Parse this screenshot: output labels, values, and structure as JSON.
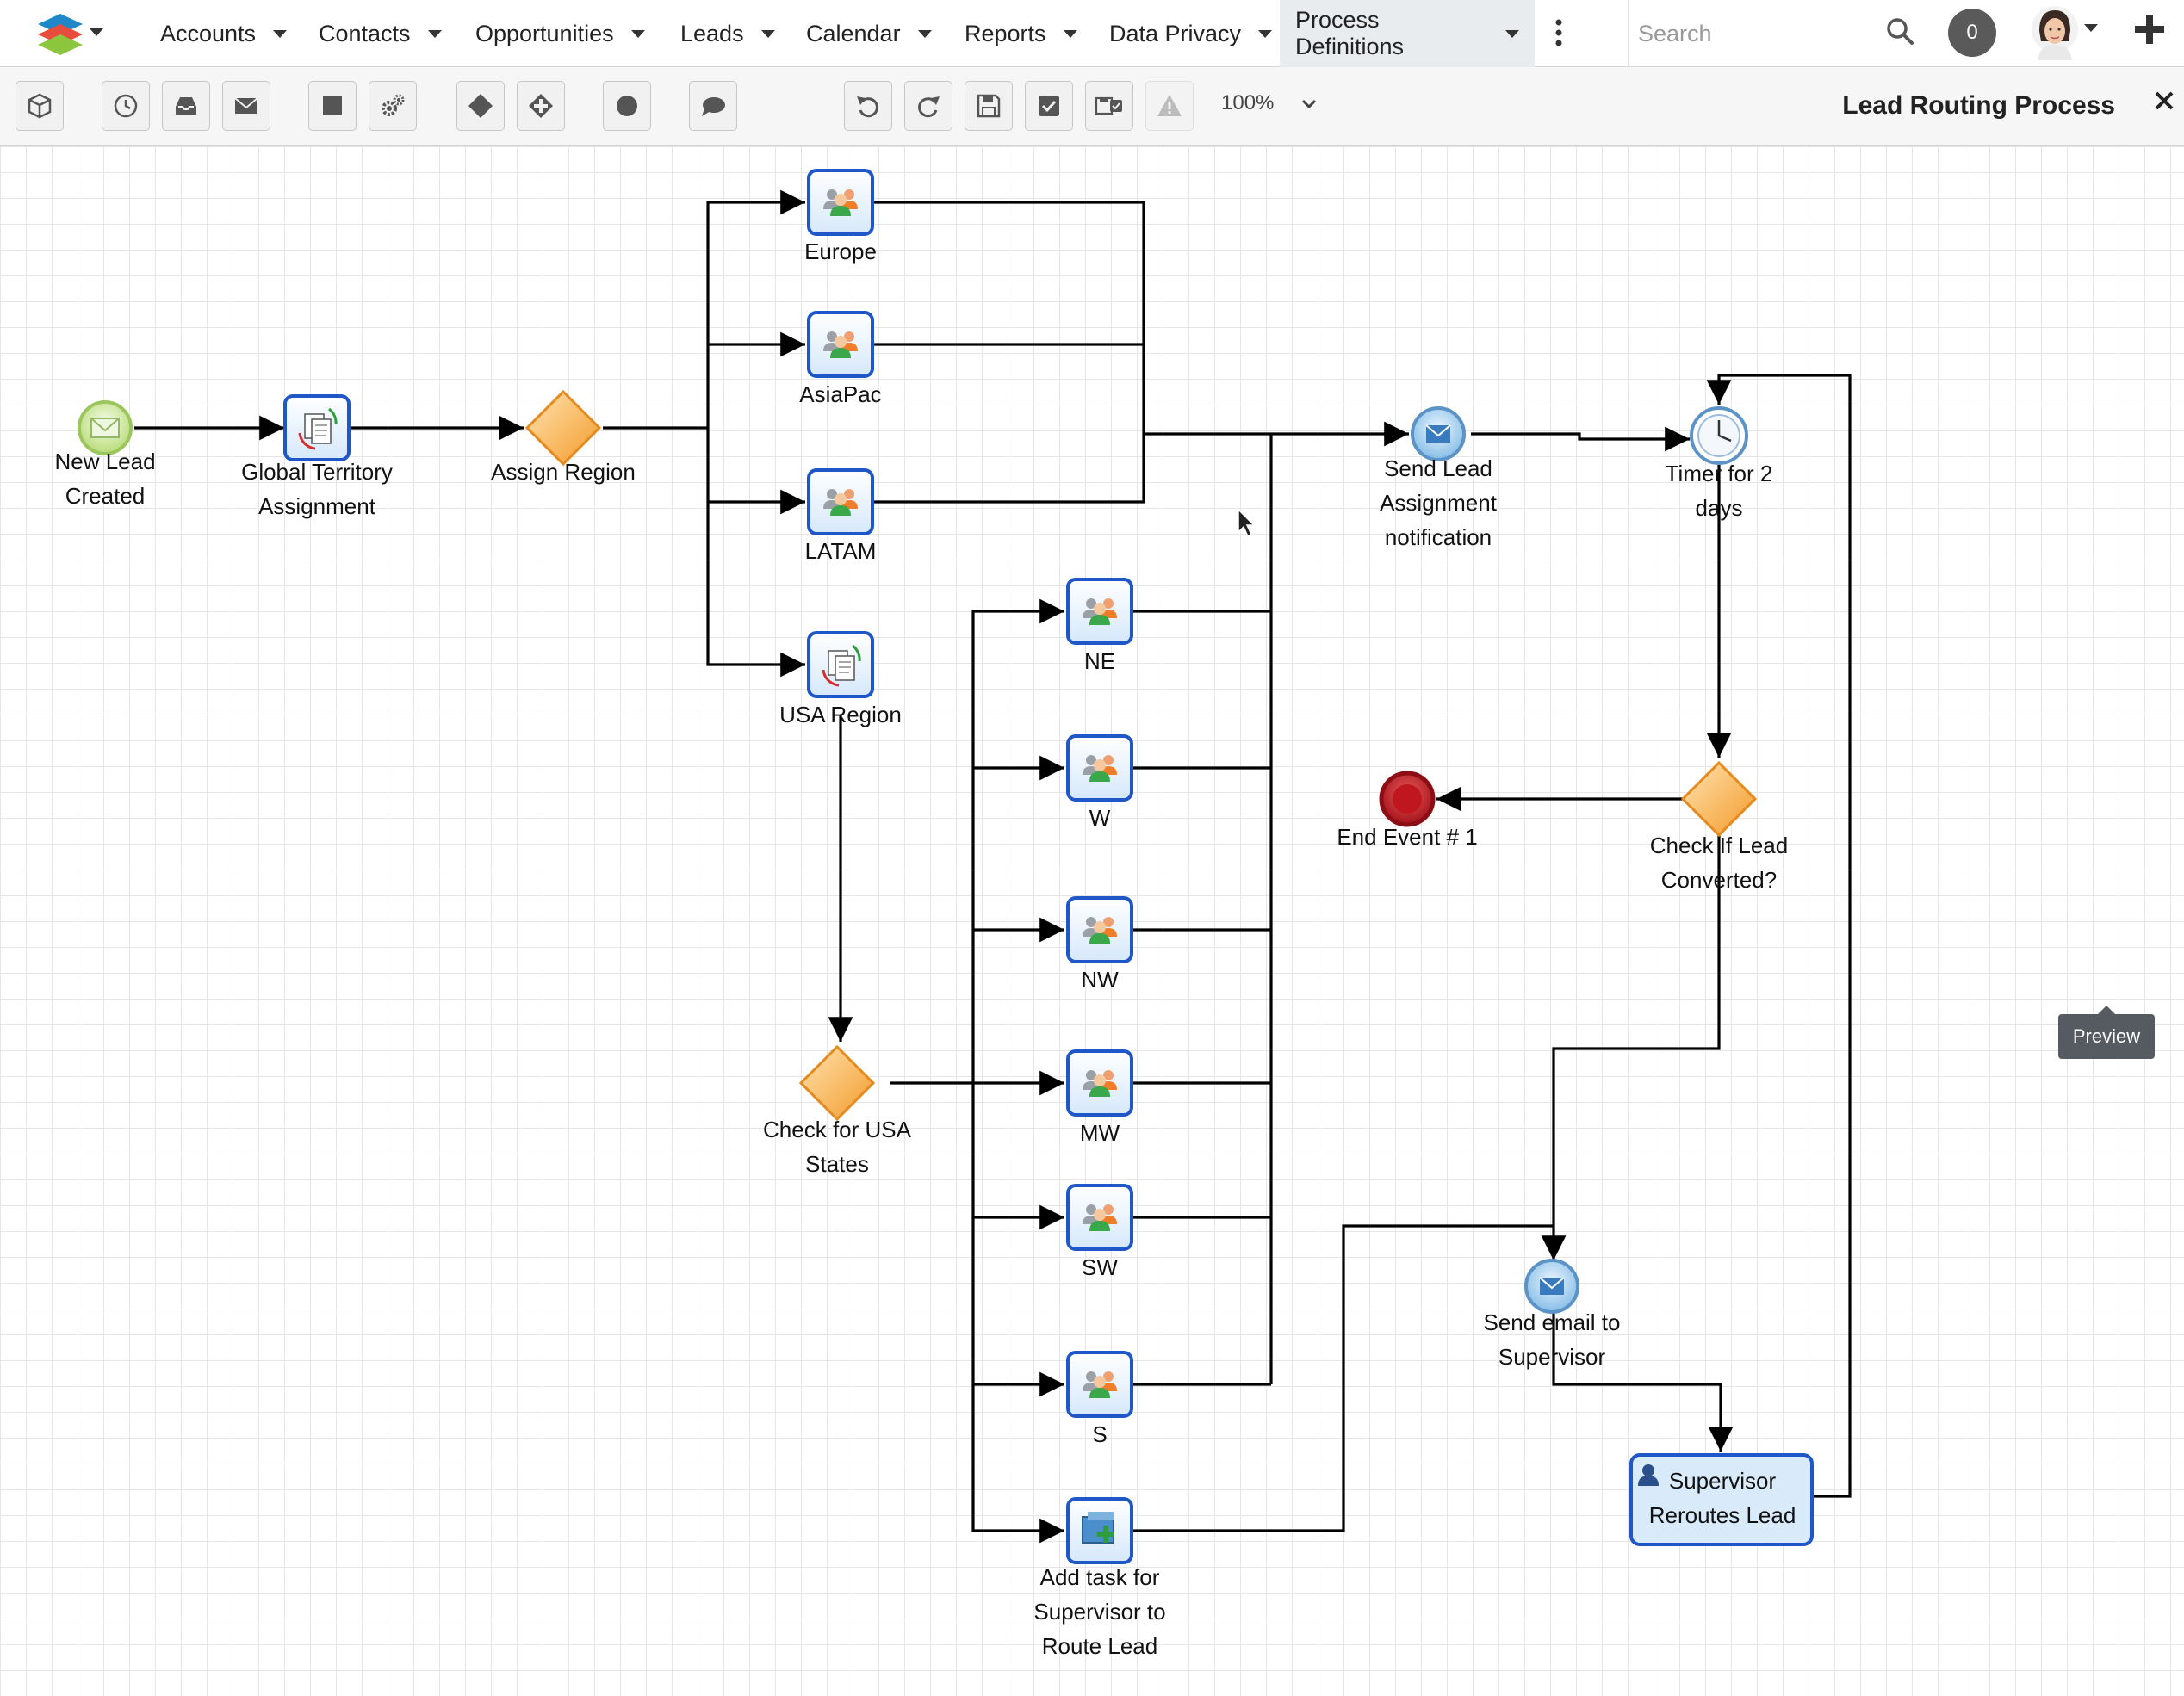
{
  "nav": {
    "items": [
      {
        "label": "Accounts"
      },
      {
        "label": "Contacts"
      },
      {
        "label": "Opportunities"
      },
      {
        "label": "Leads"
      },
      {
        "label": "Calendar"
      },
      {
        "label": "Reports"
      },
      {
        "label": "Data Privacy"
      },
      {
        "label": "Process Definitions",
        "active": true
      }
    ],
    "search_placeholder": "Search",
    "notification_count": "0"
  },
  "toolbar": {
    "zoom": "100%",
    "process_title": "Lead Routing Process"
  },
  "diagram": {
    "nodes": {
      "new_lead": "New Lead\nCreated",
      "global_territory": "Global Territory\nAssignment",
      "assign_region": "Assign Region",
      "europe": "Europe",
      "asiapac": "AsiaPac",
      "latam": "LATAM",
      "usa_region": "USA Region",
      "check_usa": "Check for USA\nStates",
      "ne": "NE",
      "w": "W",
      "nw": "NW",
      "mw": "MW",
      "sw": "SW",
      "s": "S",
      "add_task": "Add task for\nSupervisor to\nRoute Lead",
      "send_notification": "Send Lead\nAssignment\nnotification",
      "timer": "Timer for 2\ndays",
      "check_converted": "Check If Lead\nConverted?",
      "end_event": "End Event # 1",
      "send_email_supervisor": "Send email to\nSupervisor",
      "supervisor_reroutes": "Supervisor\nReroutes Lead"
    }
  },
  "tooltip": {
    "preview": "Preview"
  }
}
